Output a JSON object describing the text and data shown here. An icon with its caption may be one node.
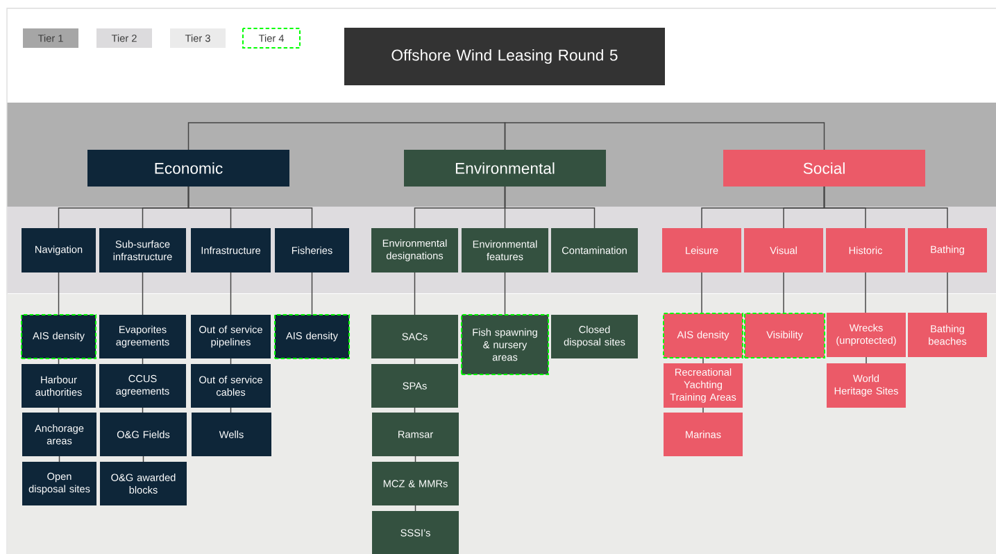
{
  "diagram": {
    "nodes": [
      {
        "text": [
          "Offshore Wind Leasing Round 5"
        ]
      },
      {
        "text": [
          "Economic"
        ]
      },
      {
        "text": [
          "Environmental"
        ]
      },
      {
        "text": [
          "Social"
        ]
      },
      {
        "text": [
          "Navigation"
        ]
      },
      {
        "text": [
          "Sub-surface infrastructure"
        ]
      },
      {
        "text": [
          "Infrastructure"
        ]
      },
      {
        "text": [
          "Fisheries"
        ]
      },
      {
        "text": [
          "Environmental designations"
        ]
      },
      {
        "text": [
          "Environmental features"
        ]
      },
      {
        "text": [
          "Contamination"
        ]
      },
      {
        "text": [
          "Leisure"
        ]
      },
      {
        "text": [
          "Visual"
        ]
      },
      {
        "text": [
          "Historic"
        ]
      },
      {
        "text": [
          "Bathing"
        ]
      },
      {
        "text": [
          "AIS density"
        ]
      },
      {
        "text": [
          "Harbour authorities"
        ]
      },
      {
        "text": [
          "Anchorage areas"
        ]
      },
      {
        "text": [
          "Open disposal sites"
        ]
      },
      {
        "text": [
          "Evaporites agreements"
        ]
      },
      {
        "text": [
          "CCUS agreements"
        ]
      },
      {
        "text": [
          "O&G Fields"
        ]
      },
      {
        "text": [
          "O&G awarded blocks"
        ]
      },
      {
        "text": [
          "Out of service pipelines"
        ]
      },
      {
        "text": [
          "Out of service cables"
        ]
      },
      {
        "text": [
          "Wells"
        ]
      },
      {
        "text": [
          "AIS density"
        ]
      },
      {
        "text": [
          "SACs"
        ]
      },
      {
        "text": [
          "SPAs"
        ]
      },
      {
        "text": [
          "Ramsar"
        ]
      },
      {
        "text": [
          "MCZ & MMRs"
        ]
      },
      {
        "text": [
          "SSSI’s"
        ]
      },
      {
        "text": [
          "Fish spawning & nursery areas"
        ]
      },
      {
        "text": [
          "Closed disposal sites"
        ]
      },
      {
        "text": [
          "AIS density"
        ]
      },
      {
        "text": [
          "Recreational Yachting Training Areas"
        ]
      },
      {
        "text": [
          "Marinas"
        ]
      },
      {
        "text": [
          "Visibility"
        ]
      },
      {
        "text": [
          "Wrecks (unprotected)"
        ]
      },
      {
        "text": [
          "World Heritage Sites"
        ]
      },
      {
        "text": [
          "Bathing beaches"
        ]
      }
    ],
    "edges": [
      {
        "from": 2,
        "to": 1,
        "arrow": "none"
      },
      {
        "from": 2,
        "to": 3,
        "arrow": "none"
      },
      {
        "from": 1,
        "to": 4,
        "arrow": "none"
      },
      {
        "from": 1,
        "to": 5,
        "arrow": "none"
      },
      {
        "from": 1,
        "to": 6,
        "arrow": "none"
      },
      {
        "from": 1,
        "to": 7,
        "arrow": "none"
      },
      {
        "from": 2,
        "to": 8,
        "arrow": "none"
      },
      {
        "from": 2,
        "to": 9,
        "arrow": "none"
      },
      {
        "from": 2,
        "to": 10,
        "arrow": "none"
      },
      {
        "from": 3,
        "to": 11,
        "arrow": "none"
      },
      {
        "from": 3,
        "to": 12,
        "arrow": "none"
      },
      {
        "from": 3,
        "to": 13,
        "arrow": "none"
      },
      {
        "from": 3,
        "to": 14,
        "arrow": "none"
      },
      {
        "from": 4,
        "to": 15,
        "arrow": "none"
      },
      {
        "from": 15,
        "to": 16,
        "arrow": "none"
      },
      {
        "from": 16,
        "to": 17,
        "arrow": "none"
      },
      {
        "from": 17,
        "to": 18,
        "arrow": "none"
      },
      {
        "from": 5,
        "to": 19,
        "arrow": "none"
      },
      {
        "from": 19,
        "to": 20,
        "arrow": "none"
      },
      {
        "from": 20,
        "to": 21,
        "arrow": "none"
      },
      {
        "from": 21,
        "to": 22,
        "arrow": "none"
      },
      {
        "from": 6,
        "to": 23,
        "arrow": "none"
      },
      {
        "from": 23,
        "to": 24,
        "arrow": "none"
      },
      {
        "from": 24,
        "to": 25,
        "arrow": "none"
      },
      {
        "from": 7,
        "to": 26,
        "arrow": "none"
      },
      {
        "from": 8,
        "to": 27,
        "arrow": "none"
      },
      {
        "from": 27,
        "to": 28,
        "arrow": "none"
      },
      {
        "from": 28,
        "to": 29,
        "arrow": "none"
      },
      {
        "from": 29,
        "to": 30,
        "arrow": "none"
      },
      {
        "from": 30,
        "to": 31,
        "arrow": "none"
      },
      {
        "from": 9,
        "to": 32,
        "arrow": "none"
      },
      {
        "from": 11,
        "to": 34,
        "arrow": "none"
      },
      {
        "from": 34,
        "to": 35,
        "arrow": "none"
      },
      {
        "from": 35,
        "to": 36,
        "arrow": "none"
      },
      {
        "from": 12,
        "to": 37,
        "arrow": "none"
      },
      {
        "from": 13,
        "to": 38,
        "arrow": "none"
      },
      {
        "from": 38,
        "to": 39,
        "arrow": "none"
      },
      {
        "from": 14,
        "to": 40,
        "arrow": "none"
      }
    ],
    "legend": [
      {
        "text": "Tier 1",
        "color": "#a6a6a6"
      },
      {
        "text": "Tier 2",
        "color": "#dcdbdd"
      },
      {
        "text": "Tier 3",
        "color": "#ebebeb"
      },
      {
        "text": "Tier 4"
      }
    ]
  }
}
